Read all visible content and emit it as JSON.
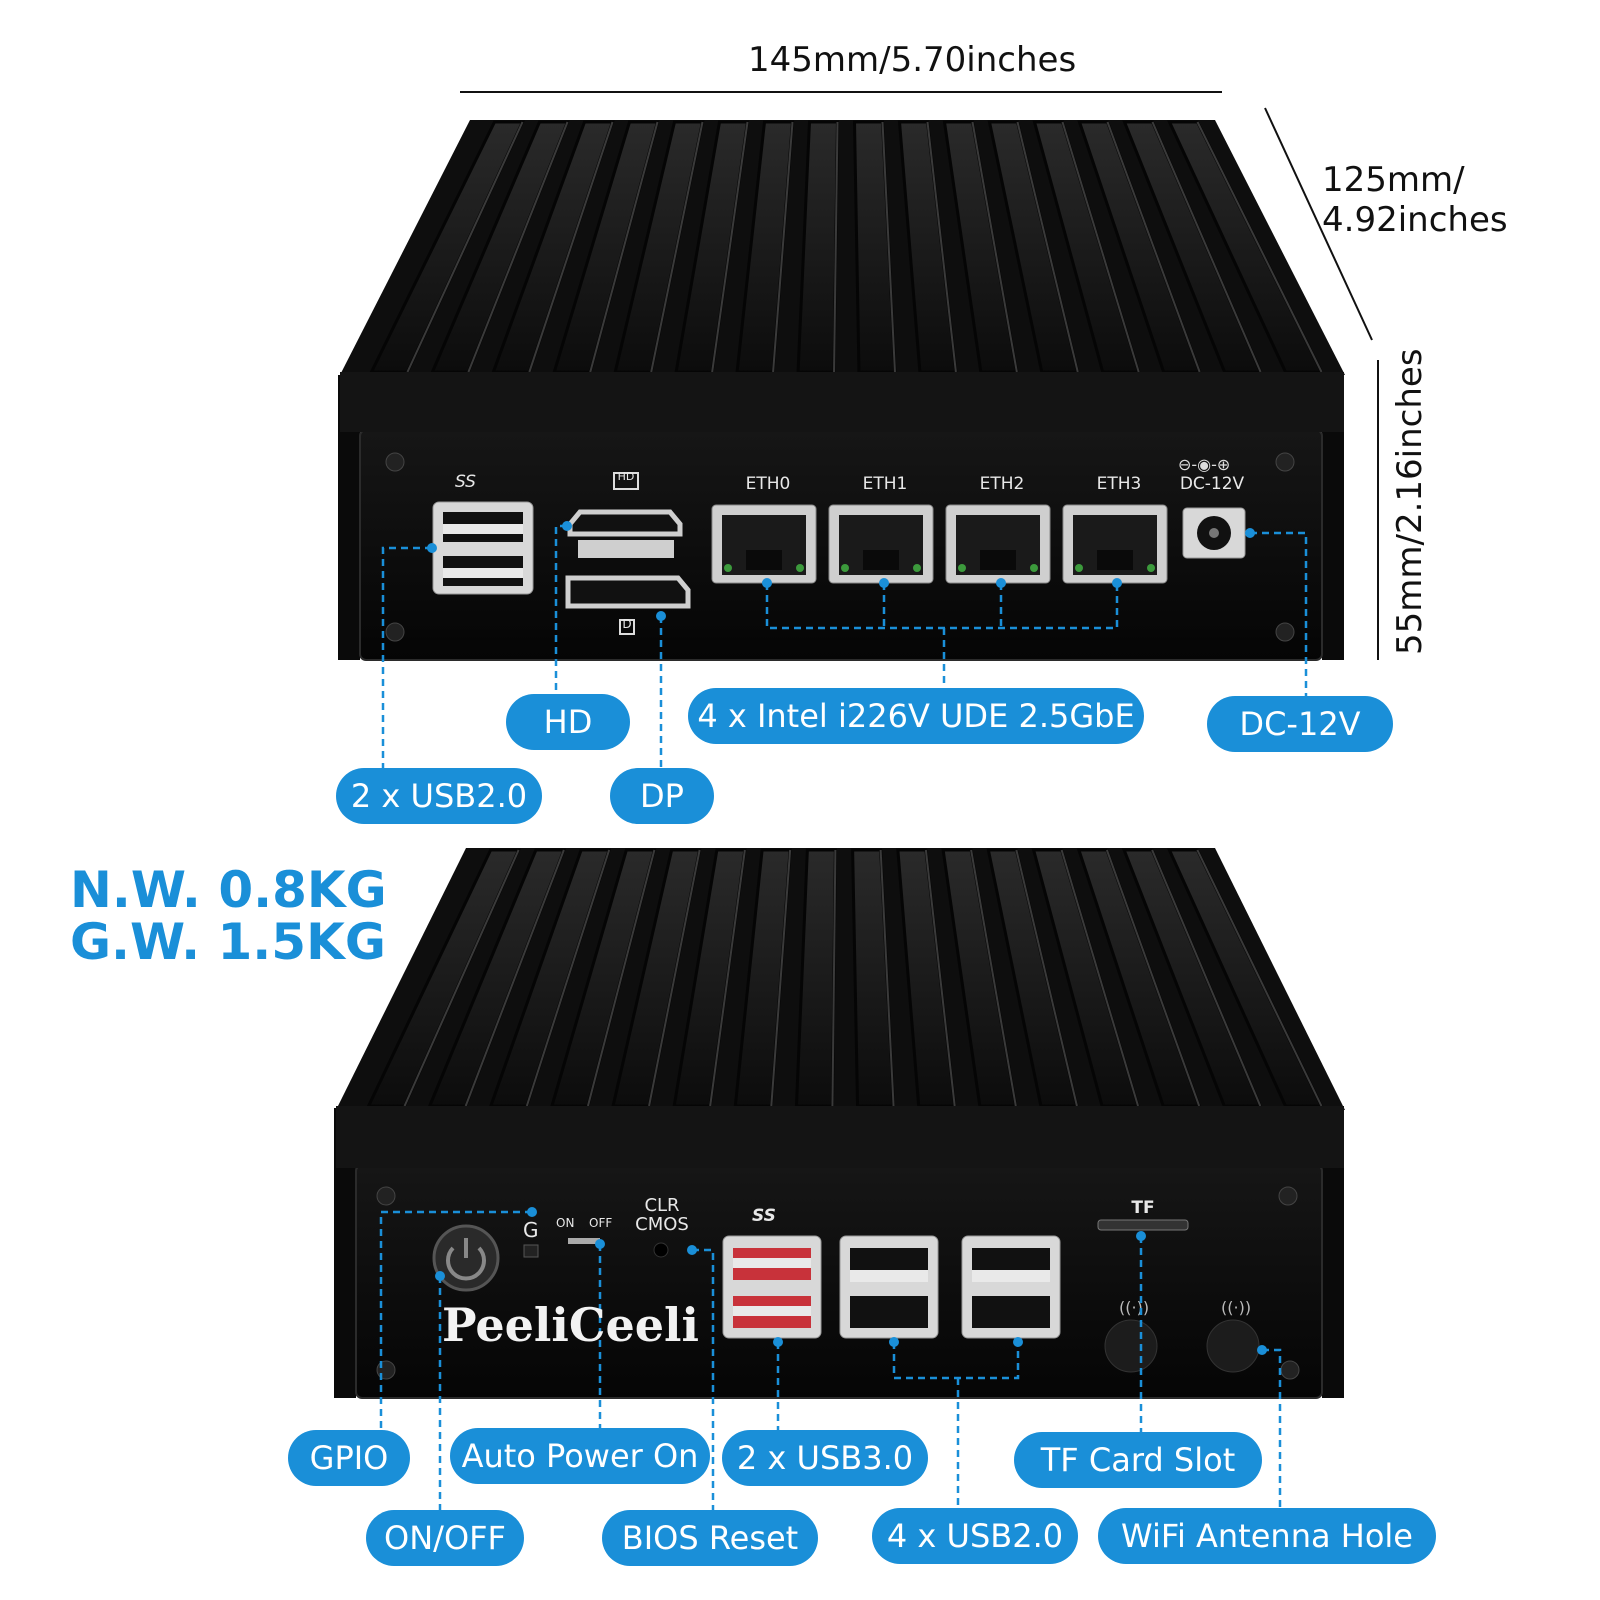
{
  "dimensions": {
    "width": "145mm/5.70inches",
    "depth_line1": "125mm/",
    "depth_line2": "4.92inches",
    "height": "55mm/2.16inches"
  },
  "weights": {
    "net": "N.W. 0.8KG",
    "gross": "G.W. 1.5KG"
  },
  "front_panel": {
    "port_labels": {
      "ss": "SS",
      "hd": "HD",
      "eth0": "ETH0",
      "eth1": "ETH1",
      "eth2": "ETH2",
      "eth3": "ETH3",
      "dc": "DC-12V",
      "dp": "D"
    },
    "callouts": {
      "hd": "HD",
      "usb": "2 x USB2.0",
      "dp": "DP",
      "lan": "4 x Intel i226V UDE 2.5GbE",
      "dc": "DC-12V"
    }
  },
  "rear_panel": {
    "brand": "PeeliCeeli",
    "port_labels": {
      "g": "G",
      "on": "ON",
      "off": "OFF",
      "clr": "CLR",
      "cmos": "CMOS",
      "ss": "SS",
      "tf": "TF"
    },
    "callouts": {
      "gpio": "GPIO",
      "auto_power": "Auto Power On",
      "usb3": "2 x USB3.0",
      "tf_slot": "TF Card Slot",
      "onoff": "ON/OFF",
      "bios": "BIOS Reset",
      "usb2": "4 x USB2.0",
      "wifi": "WiFi Antenna Hole"
    }
  },
  "colors": {
    "accent": "#1a8fd8",
    "chassis": "#111111"
  }
}
